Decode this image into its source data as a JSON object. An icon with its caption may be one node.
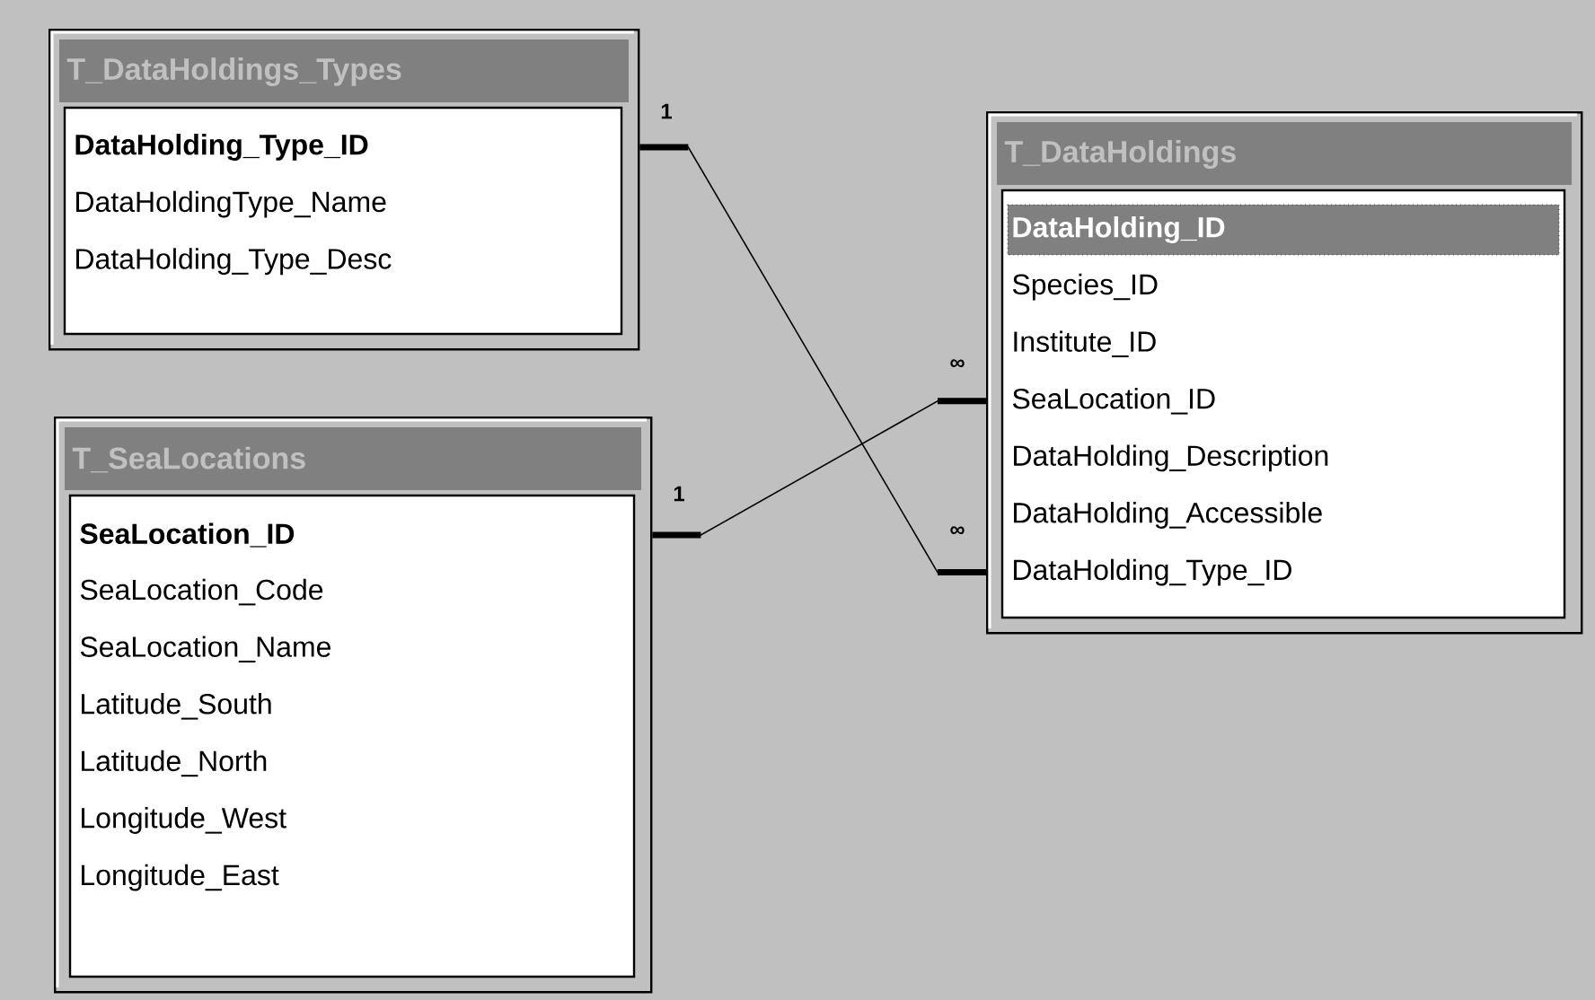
{
  "diagram": {
    "nodes": [
      {
        "text": [
          "T_DataHoldings_Types"
        ]
      },
      {
        "text": [
          "DataHolding_Type_ID"
        ],
        "in": 0
      },
      {
        "text": [
          "DataHoldingType_Name"
        ],
        "in": 0
      },
      {
        "text": [
          "DataHolding_Type_Desc"
        ],
        "in": 0
      },
      {
        "text": [
          "T_DataHoldings"
        ]
      },
      {
        "text": [
          "DataHolding_ID"
        ],
        "in": 4
      },
      {
        "text": [
          "Species_ID"
        ],
        "in": 4
      },
      {
        "text": [
          "Institute_ID"
        ],
        "in": 4
      },
      {
        "text": [
          "SeaLocation_ID"
        ],
        "in": 4
      },
      {
        "text": [
          "DataHolding_Description"
        ],
        "in": 4
      },
      {
        "text": [
          "DataHolding_Accessible"
        ],
        "in": 4
      },
      {
        "text": [
          "DataHolding_Type_ID"
        ],
        "in": 4
      },
      {
        "text": [
          "T_SeaLocations"
        ]
      },
      {
        "text": [
          "SeaLocation_ID"
        ],
        "in": 12
      },
      {
        "text": [
          "SeaLocation_Code"
        ],
        "in": 12
      },
      {
        "text": [
          "SeaLocation_Name"
        ],
        "in": 12
      },
      {
        "text": [
          "Latitude_South"
        ],
        "in": 12
      },
      {
        "text": [
          "Latitude_North"
        ],
        "in": 12
      },
      {
        "text": [
          "Longitude_West"
        ],
        "in": 12
      },
      {
        "text": [
          "Longitude_East"
        ],
        "in": 12
      }
    ],
    "edges": [
      {
        "from": 0,
        "to": 4,
        "arrow": "none"
      },
      {
        "from": 12,
        "to": 4,
        "arrow": "none"
      }
    ],
    "labels": [
      "1",
      "∞",
      "1",
      "∞"
    ]
  }
}
